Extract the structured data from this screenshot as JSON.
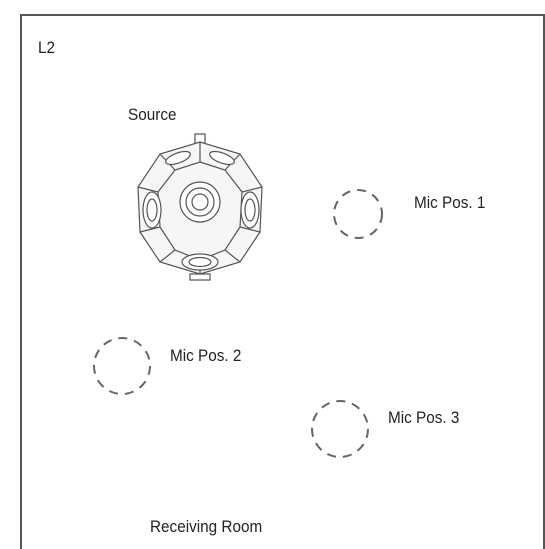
{
  "room": {
    "id_label": "L2",
    "name_label": "Receiving Room"
  },
  "source": {
    "label": "Source",
    "icon": "dodecahedron-speaker-icon"
  },
  "mics": [
    {
      "label": "Mic Pos. 1",
      "icon": "microphone-position-icon"
    },
    {
      "label": "Mic Pos. 2",
      "icon": "microphone-position-icon"
    },
    {
      "label": "Mic Pos. 3",
      "icon": "microphone-position-icon"
    }
  ],
  "colors": {
    "border": "#555555",
    "text": "#222222",
    "dash": "#666666",
    "speaker_stroke": "#555555"
  }
}
